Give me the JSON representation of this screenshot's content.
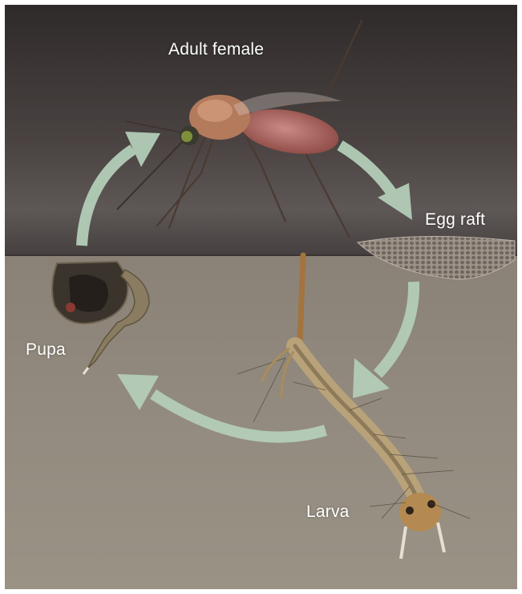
{
  "diagram": {
    "labels": {
      "adult": "Adult female",
      "egg": "Egg raft",
      "pupa": "Pupa",
      "larva": "Larva"
    },
    "colors": {
      "arrow": "#b3cdb8",
      "sky_top": "#35302f",
      "sky_bottom": "#6a6463",
      "water": "#8f877b",
      "label": "#ffffff"
    }
  }
}
